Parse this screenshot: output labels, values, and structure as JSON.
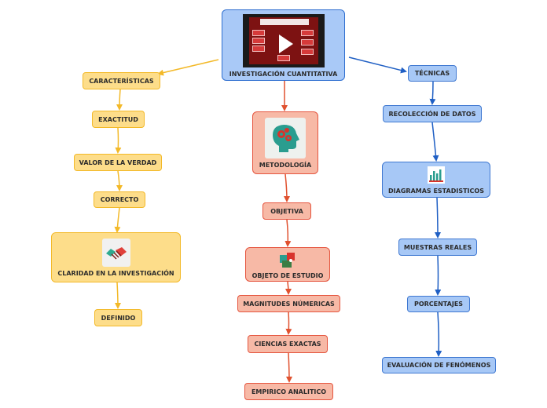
{
  "colors": {
    "yellow_line": "#f3b928",
    "red_line": "#e0512f",
    "blue_line": "#1f5fc4"
  },
  "root": {
    "label": "INVESTIGACIÓN CUANTITATIVA",
    "media": "video-thumbnail"
  },
  "left": [
    {
      "label": "CARACTERÍSTICAS"
    },
    {
      "label": "EXACTITUD"
    },
    {
      "label": "VALOR DE LA VERDAD"
    },
    {
      "label": "CORRECTO"
    },
    {
      "label": "CLARIDAD EN LA INVESTIGACIÓN",
      "icon": "handshake-icon"
    },
    {
      "label": "DEFINIDO"
    }
  ],
  "center": [
    {
      "label": "METODOLOGÍA",
      "icon": "head-gears-icon"
    },
    {
      "label": "OBJETIVA"
    },
    {
      "label": "OBJETO DE ESTUDIO",
      "icon": "puzzle-icon"
    },
    {
      "label": "MAGNITUDES NÚMERICAS"
    },
    {
      "label": "CIENCIAS EXACTAS"
    },
    {
      "label": "EMPIRICO ANALITICO"
    }
  ],
  "right": [
    {
      "label": "TÉCNICAS"
    },
    {
      "label": "RECOLECCIÓN DE DATOS"
    },
    {
      "label": "DIAGRAMAS ESTADISTICOS",
      "icon": "bar-chart-icon"
    },
    {
      "label": "MUESTRAS REALES"
    },
    {
      "label": "PORCENTAJES"
    },
    {
      "label": "EVALUACIÓN DE FENÓMENOS"
    }
  ]
}
